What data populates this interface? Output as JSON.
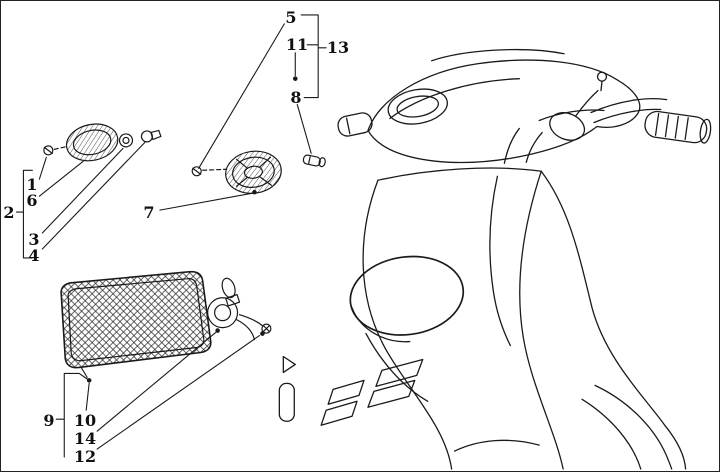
{
  "diagram": {
    "kind": "exploded-parts-diagram",
    "subject": "Scooter front headlamp and turn signal assembly - exploded technical drawing",
    "ink_color": "#1a1a1a",
    "background_color": "#ffffff",
    "callouts": {
      "1": "1",
      "2": "2",
      "3": "3",
      "4": "4",
      "5": "5",
      "6": "6",
      "7": "7",
      "8": "8",
      "9": "9",
      "10": "10",
      "11": "11",
      "12": "12",
      "13": "13",
      "14": "14"
    }
  }
}
